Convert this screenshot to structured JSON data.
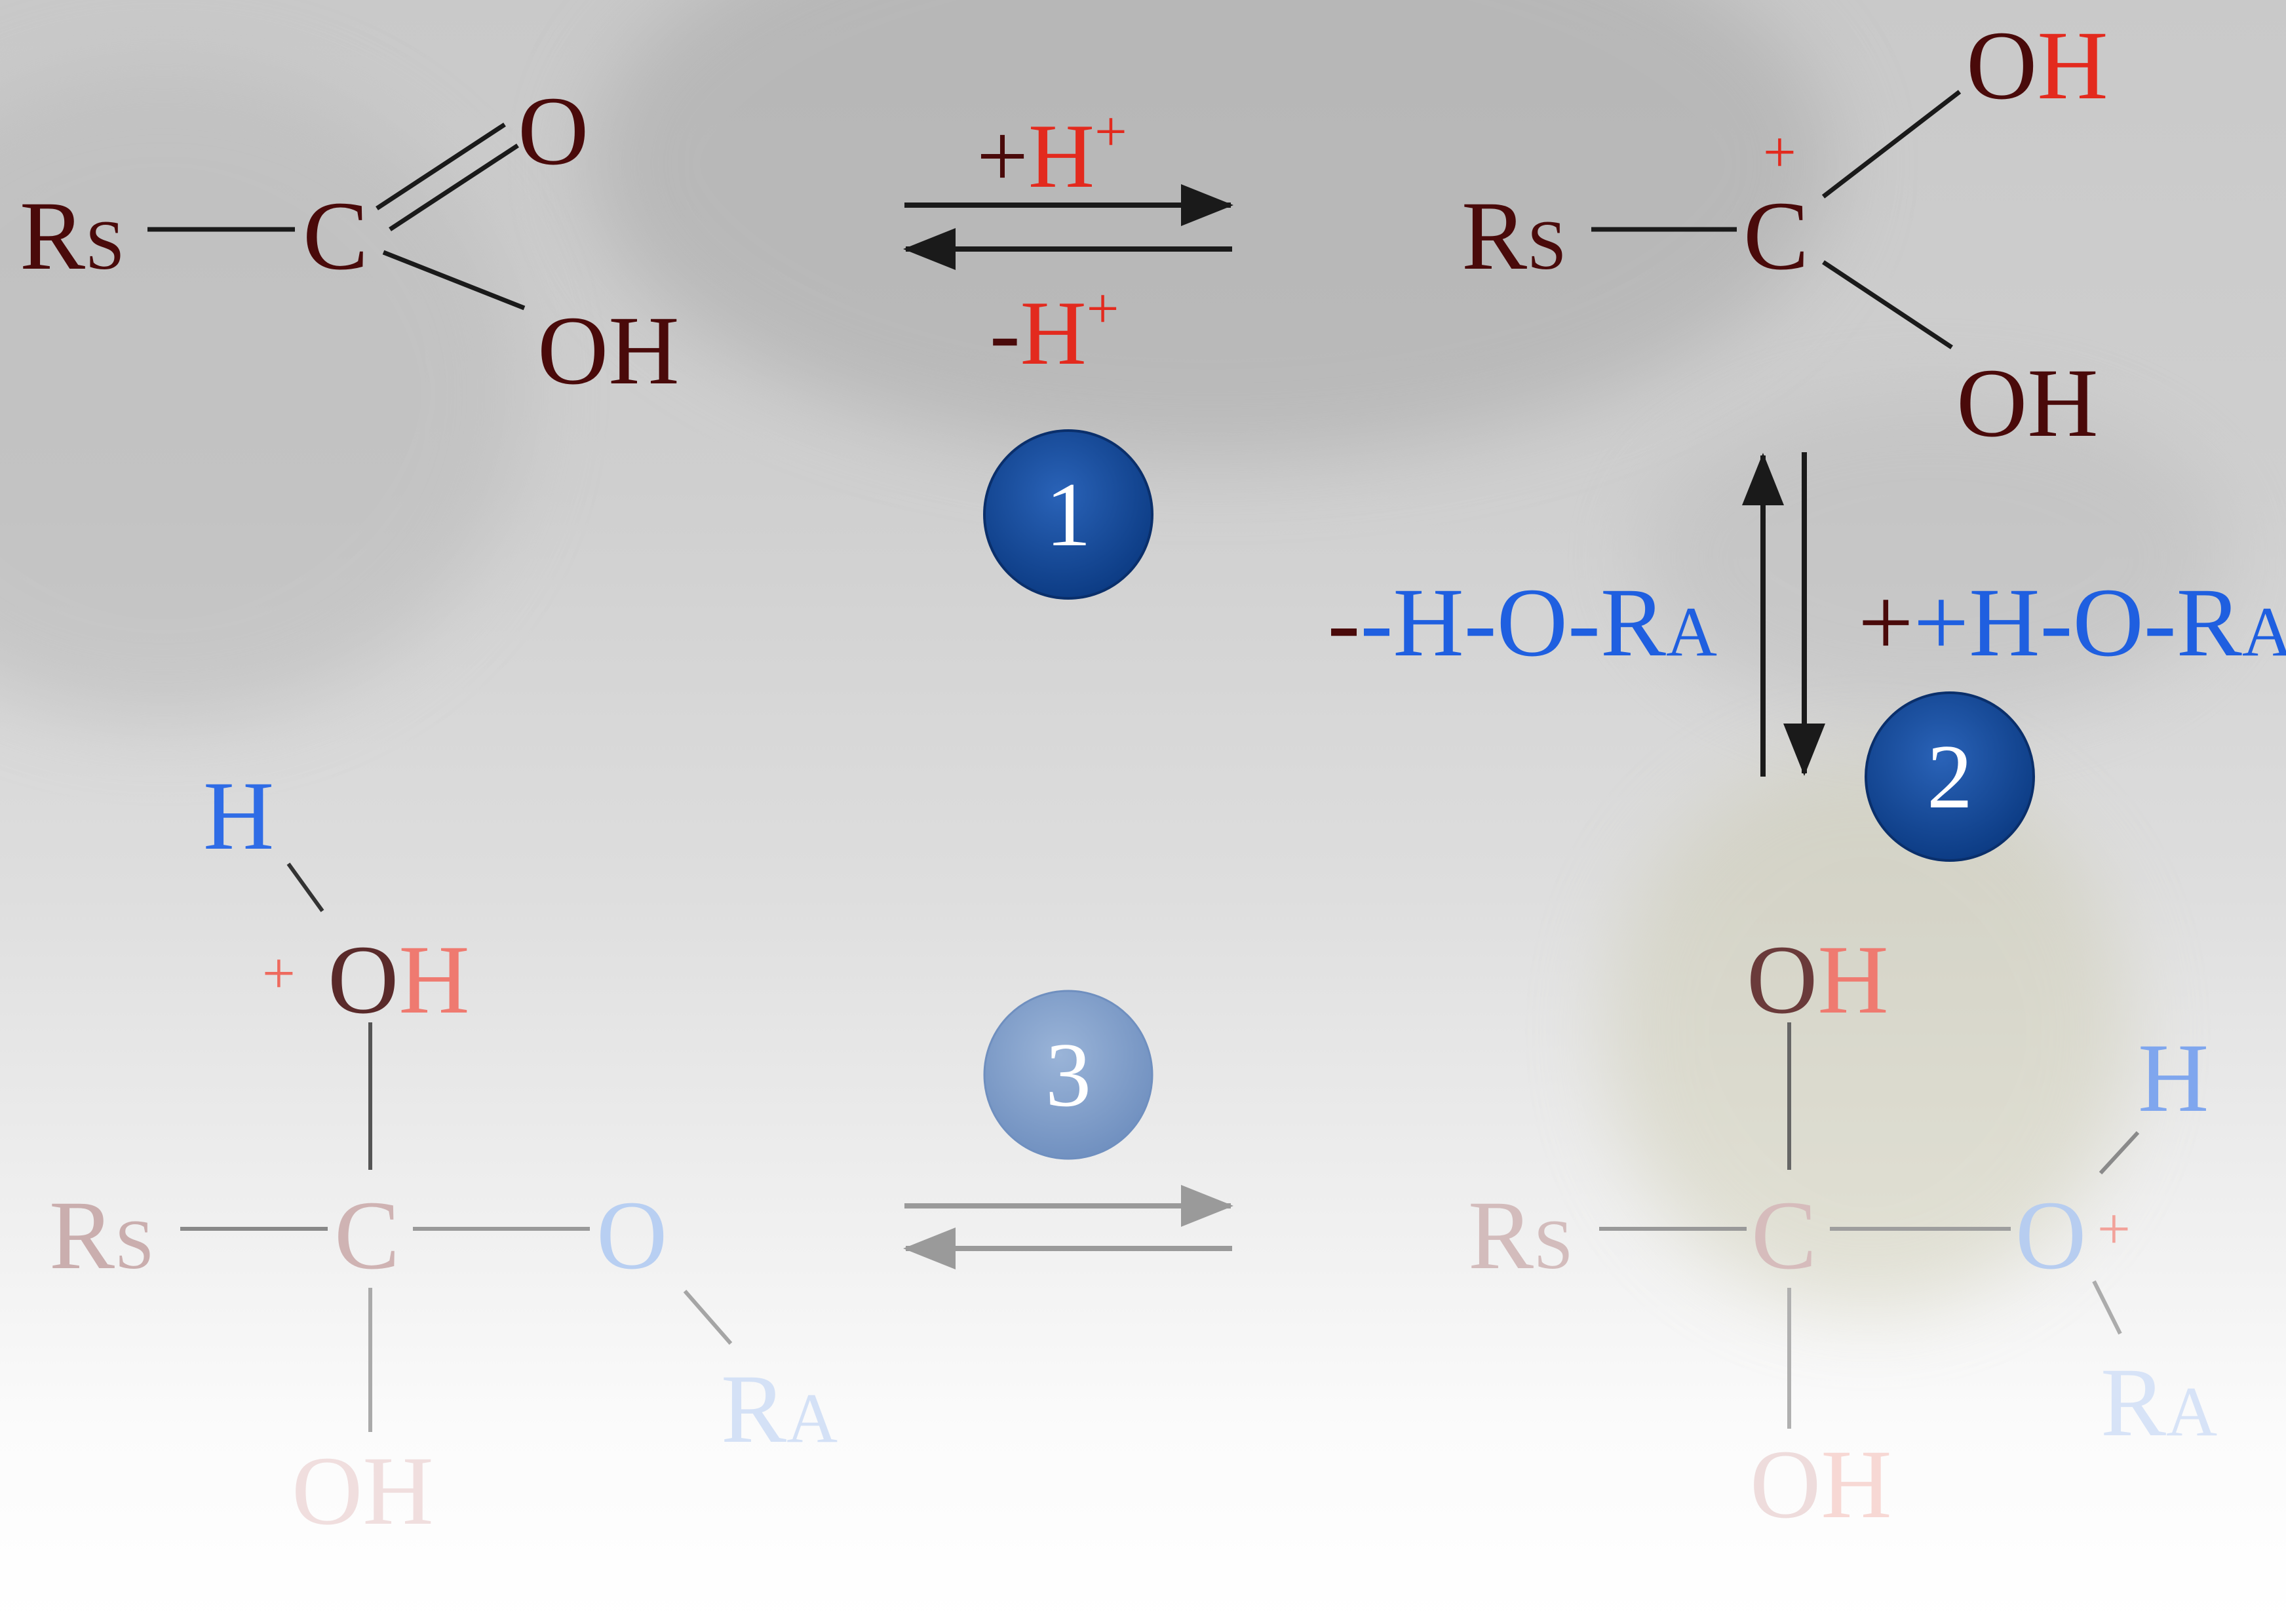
{
  "colors": {
    "dark": "#4a0a0a",
    "red": "#e32a1e",
    "blue": "#1f5fe0",
    "badge": "#0e3f8c",
    "badge_faded": "#7f9cc6",
    "arrow": "#1a1a1a",
    "arrow_faded": "#9a9a9a"
  },
  "molecules": {
    "acid": {
      "rs_main": "R",
      "rs_sub": "S",
      "c": "C",
      "o_top": "O",
      "oh_bottom": "OH"
    },
    "protonated": {
      "rs_main": "R",
      "rs_sub": "S",
      "plus": "+",
      "c": "C",
      "oh_top_o": "O",
      "oh_top_h": "H",
      "oh_bottom": "OH"
    },
    "tetra_left": {
      "h_top": "H",
      "plus": "+",
      "oh_o": "O",
      "oh_h": "H",
      "rs_main": "R",
      "rs_sub": "S",
      "c": "C",
      "o_right": "O",
      "ra_main": "R",
      "ra_sub": "A",
      "oh_bottom": "OH"
    },
    "tetra_right": {
      "oh_o": "O",
      "oh_h": "H",
      "rs_main": "R",
      "rs_sub": "S",
      "c": "C",
      "o_right": "O",
      "plus": "+",
      "h_top": "H",
      "ra_main": "R",
      "ra_sub": "A",
      "oh_bottom": "OH"
    }
  },
  "steps": {
    "step1": {
      "number": "1",
      "top_label_sign": "+",
      "top_label_h": "H",
      "top_label_charge": "+",
      "bottom_label_sign": "-",
      "bottom_label_h": "H",
      "bottom_label_charge": "+"
    },
    "step2": {
      "number": "2",
      "left_label_main": "-H-O-R",
      "left_label_sub": "A",
      "right_label_main": "+H-O-R",
      "right_label_sub": "A"
    },
    "step3": {
      "number": "3"
    }
  }
}
